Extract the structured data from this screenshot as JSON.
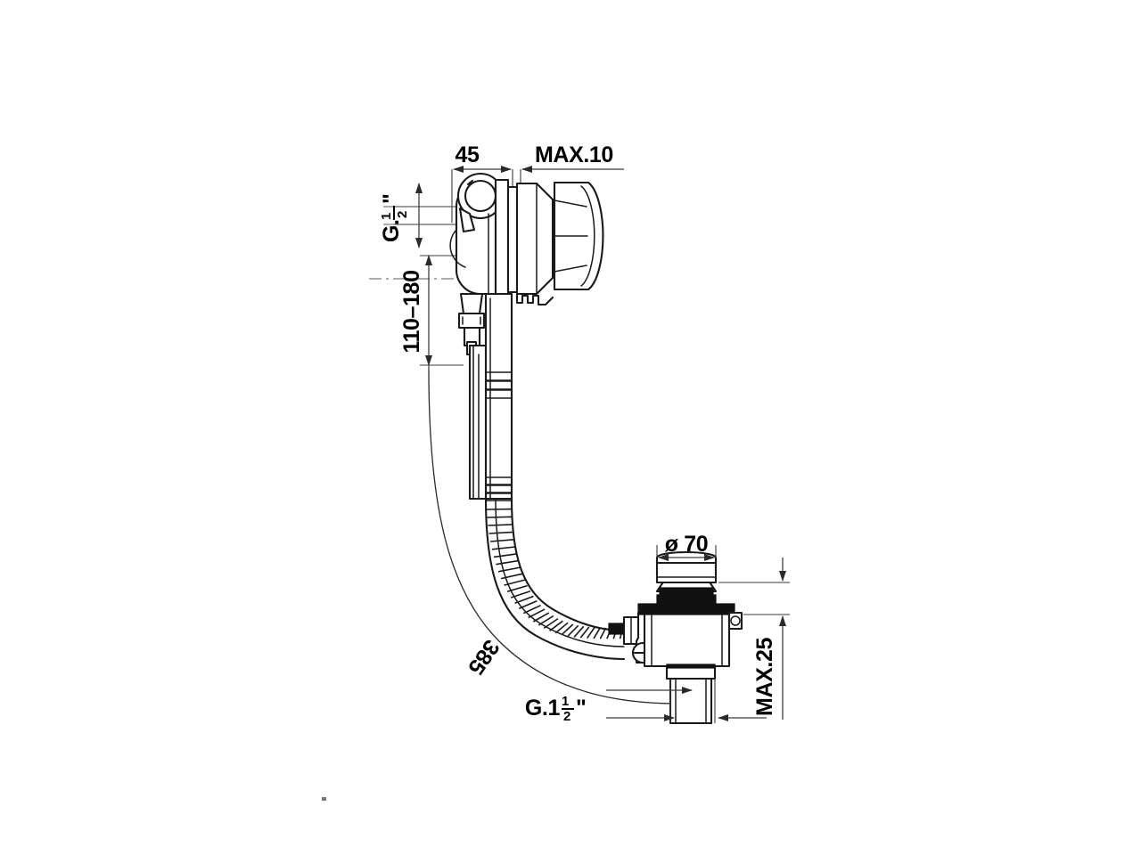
{
  "drawing": {
    "title": "Bath filler / cable-operated waste and overflow assembly technical drawing",
    "background_color": "#ffffff",
    "line_color": "#1a1a1a",
    "dimension_color": "#3a3a3a",
    "text_color": "#000000"
  },
  "dimensions": {
    "width_45": "45",
    "max_10": "MAX.10",
    "thread_half_inch": "G.1/2\"",
    "thread_half_inch_display": "G.1",
    "range_110_180": "110–180",
    "radius_385": "385",
    "diameter_70": "ø 70",
    "max_25": "MAX.25",
    "thread_one_half_inch_prefix": "G.1",
    "thread_one_half_inch_numerator": "1",
    "thread_one_half_inch_denominator": "2",
    "thread_one_half_inch_suffix": "\"",
    "thread_half_inch_prefix": "G.",
    "thread_half_inch_numerator": "1",
    "thread_half_inch_denominator": "2",
    "thread_half_inch_suffix": "\""
  },
  "labels": [
    {
      "id": "width-45",
      "text": "45"
    },
    {
      "id": "max-10",
      "text": "MAX.10"
    },
    {
      "id": "g-half-inch",
      "text": "G.1/2\""
    },
    {
      "id": "range-110-180",
      "text": "110–180"
    },
    {
      "id": "radius-385",
      "text": "385"
    },
    {
      "id": "dia-70",
      "text": "ø 70"
    },
    {
      "id": "max-25",
      "text": "MAX.25"
    },
    {
      "id": "g-one-half-inch",
      "text": "G.1 1/2\""
    }
  ]
}
